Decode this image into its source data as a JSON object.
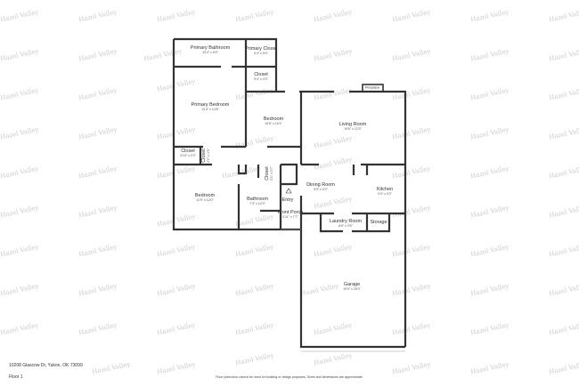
{
  "watermark": "Hazel Valley",
  "footer": {
    "address": "10208 Glascow Dr, Yukon, OK 73099",
    "floor": "Floor 1",
    "disclaimer": "Floor plans/tour cannot be used for building or design purposes. Sizes and dimensions are approximate."
  },
  "rooms": [
    {
      "name": "Primary Bathroom",
      "dims": "13'4\" x 5'0\""
    },
    {
      "name": "Primary Closet",
      "dims": "5'4\" x 5'0\""
    },
    {
      "name": "Closet",
      "dims": "5'4\" x 4'3\""
    },
    {
      "name": "Primary Bedroom",
      "dims": "13'4\" x 14'8\""
    },
    {
      "name": "Bedroom",
      "dims": "10'6\" x 10'1\""
    },
    {
      "name": "Living Room",
      "dims": "19'6\" x 12'5\""
    },
    {
      "name": "Fireplace",
      "dims": ""
    },
    {
      "name": "Closet",
      "dims": "4'10\" x 2'2\""
    },
    {
      "name": "Closet",
      "dims": "2'1\" x 4'3\""
    },
    {
      "name": "Bedroom",
      "dims": "11'9\" x 12'0\""
    },
    {
      "name": "Bathroom",
      "dims": "7'3\" x 12'0\""
    },
    {
      "name": "Closet",
      "dims": "2'1\" x 3'7\""
    },
    {
      "name": "Entry",
      "dims": ""
    },
    {
      "name": "Front Porch",
      "dims": "3'11\" x 7'7\""
    },
    {
      "name": "Dining Room",
      "dims": "9'9\" x 9'3\""
    },
    {
      "name": "Kitchen",
      "dims": "9'4\" x 9'3\""
    },
    {
      "name": "Laundry Room",
      "dims": "8'6\" x 3'5\""
    },
    {
      "name": "Storage",
      "dims": ""
    },
    {
      "name": "Garage",
      "dims": "19'5\" x 25'0\""
    }
  ]
}
